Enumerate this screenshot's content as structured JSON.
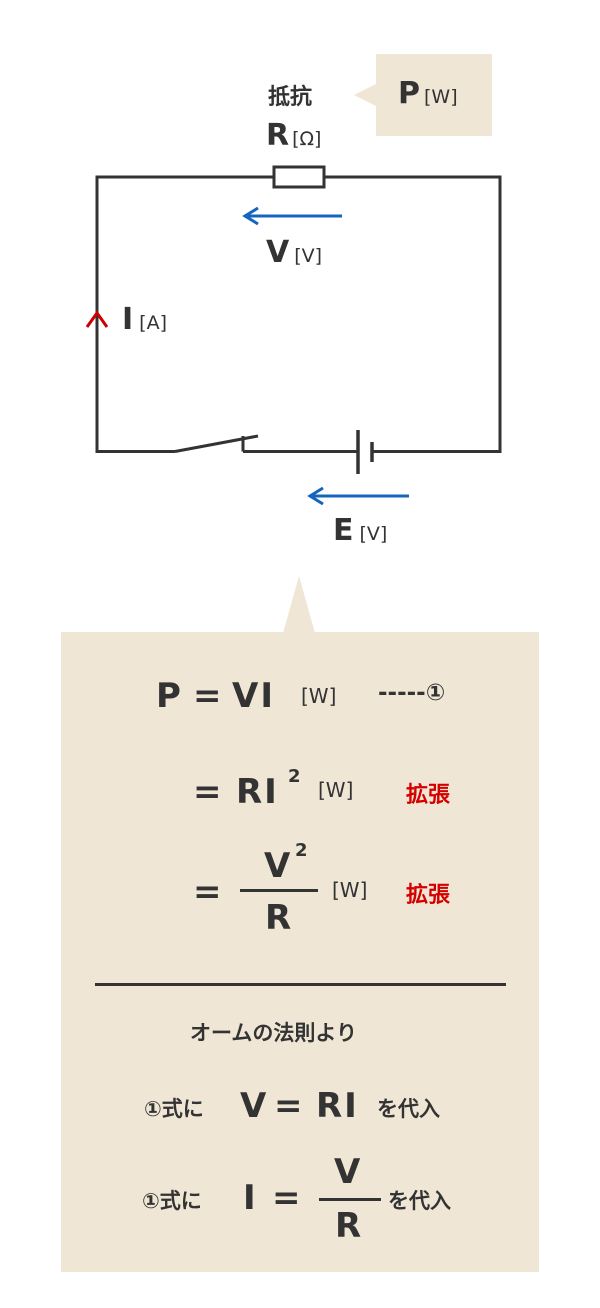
{
  "circuit": {
    "resistor_label": "抵抗",
    "resistance_symbol": "R",
    "resistance_unit": "[Ω]",
    "voltage_symbol": "V",
    "voltage_unit": "[V]",
    "current_symbol": "I",
    "current_unit": "[A]",
    "emf_symbol": "E",
    "emf_unit": "[V]"
  },
  "power_note": {
    "symbol": "P",
    "unit": "[W]"
  },
  "formulas": {
    "line1": {
      "lhs": "P",
      "eq": "=",
      "rhs": "VI",
      "unit": "[W]",
      "ref": "-----①"
    },
    "line2": {
      "eq": "=",
      "rhs": "RI",
      "exponent": "2",
      "unit": "[W]",
      "tag": "拡張"
    },
    "line3": {
      "eq": "=",
      "numerator": "V",
      "exponent": "2",
      "denominator": "R",
      "unit": "[W]",
      "tag": "拡張"
    },
    "ohm_law_heading": "オームの法則より",
    "sub1": {
      "prefix": "①式に",
      "lhs": "V",
      "eq": "=",
      "rhs": "RI",
      "suffix": "を代入"
    },
    "sub2": {
      "prefix": "①式に",
      "lhs": "I",
      "eq": "=",
      "numerator": "V",
      "denominator": "R",
      "suffix": "を代入"
    }
  },
  "colors": {
    "wire": "#333333",
    "voltage_arrow": "#1565c0",
    "current_arrow": "#cc0000",
    "panel_bg": "#f0e6d6",
    "highlight_text": "#d40000"
  }
}
